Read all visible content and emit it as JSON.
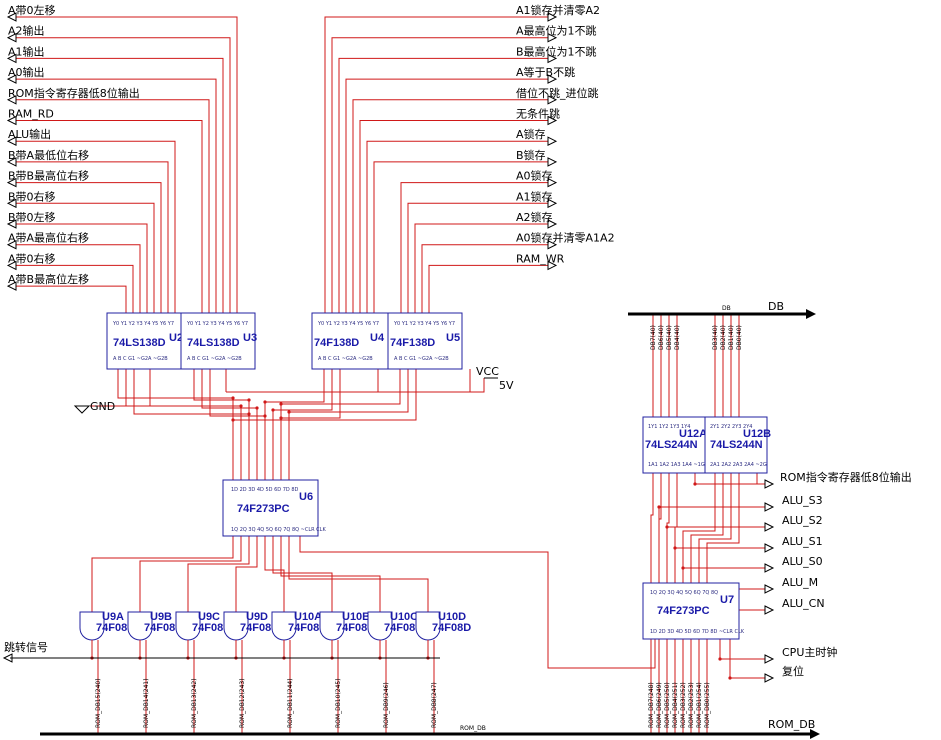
{
  "left_outputs": [
    "A带0左移",
    "A2输出",
    "A1输出",
    "A0输出",
    "ROM指令寄存器低8位输出",
    "RAM_RD",
    "ALU输出",
    "B带A最低位右移",
    "B带B最高位右移",
    "B带0右移",
    "B带0左移",
    "A带A最高位右移",
    "A带0右移",
    "A带B最高位左移"
  ],
  "right_outputs": [
    "A1锁存并清零A2",
    "A最高位为1不跳",
    "B最高位为1不跳",
    "A等于B不跳",
    "借位不跳_进位跳",
    "无条件跳",
    "A锁存",
    "B锁存",
    "A0锁存",
    "A1锁存",
    "A2锁存",
    "A0锁存并清零A1A2",
    "RAM_WR"
  ],
  "chips": {
    "u2": {
      "ref": "U2",
      "part": "74LS138D"
    },
    "u3": {
      "ref": "U3",
      "part": "74LS138D"
    },
    "u4": {
      "ref": "U4",
      "part": "74F138D"
    },
    "u5": {
      "ref": "U5",
      "part": "74F138D"
    },
    "u6": {
      "ref": "U6",
      "part": "74F273PC"
    },
    "u7": {
      "ref": "U7",
      "part": "74F273PC"
    },
    "u12a": {
      "ref": "U12A",
      "part": "74LS244N"
    },
    "u12b": {
      "ref": "U12B",
      "part": "74LS244N"
    }
  },
  "gates": [
    {
      "ref": "U9A",
      "part": "74F08D"
    },
    {
      "ref": "U9B",
      "part": "74F08D"
    },
    {
      "ref": "U9C",
      "part": "74F08D"
    },
    {
      "ref": "U9D",
      "part": "74F08D"
    },
    {
      "ref": "U10A",
      "part": "74F08D"
    },
    {
      "ref": "U10B",
      "part": "74F08D"
    },
    {
      "ref": "U10C",
      "part": "74F08D"
    },
    {
      "ref": "U10D",
      "part": "74F08D"
    }
  ],
  "power": {
    "vcc": "VCC",
    "volt": "5V",
    "gnd": "GND"
  },
  "db_bus": {
    "label_small": "DB",
    "label_big": "DB"
  },
  "rom_bus": {
    "label_small": "ROM_DB",
    "label_big": "ROM_DB"
  },
  "jump_signal": "跳转信号",
  "right_side_signals": [
    "ROM指令寄存器低8位输出",
    "ALU_S3",
    "ALU_S2",
    "ALU_S1",
    "ALU_S0",
    "ALU_M",
    "ALU_CN",
    "CPU主时钟",
    "复位"
  ],
  "rom_bits_u9": [
    "ROM_DB15(240)",
    "ROM_DB14(241)",
    "ROM_DB13(242)",
    "ROM_DB12(243)",
    "ROM_DB11(244)",
    "ROM_DB10(245)",
    "ROM_DB9(246)",
    "ROM_DB8(247)"
  ],
  "rom_bits_u7": [
    "ROM_DB7(248)",
    "ROM_DB6(249)",
    "ROM_DB5(250)",
    "ROM_DB4(251)",
    "ROM_DB3(252)",
    "ROM_DB2(253)",
    "ROM_DB1(254)",
    "ROM_DB0(255)"
  ],
  "db_bits_u12a": [
    "DB7(40)",
    "DB6(40)",
    "DB5(40)",
    "DB4(40)"
  ],
  "db_bits_u12b": [
    "DB3(40)",
    "DB2(40)",
    "DB1(40)",
    "DB0(40)"
  ]
}
